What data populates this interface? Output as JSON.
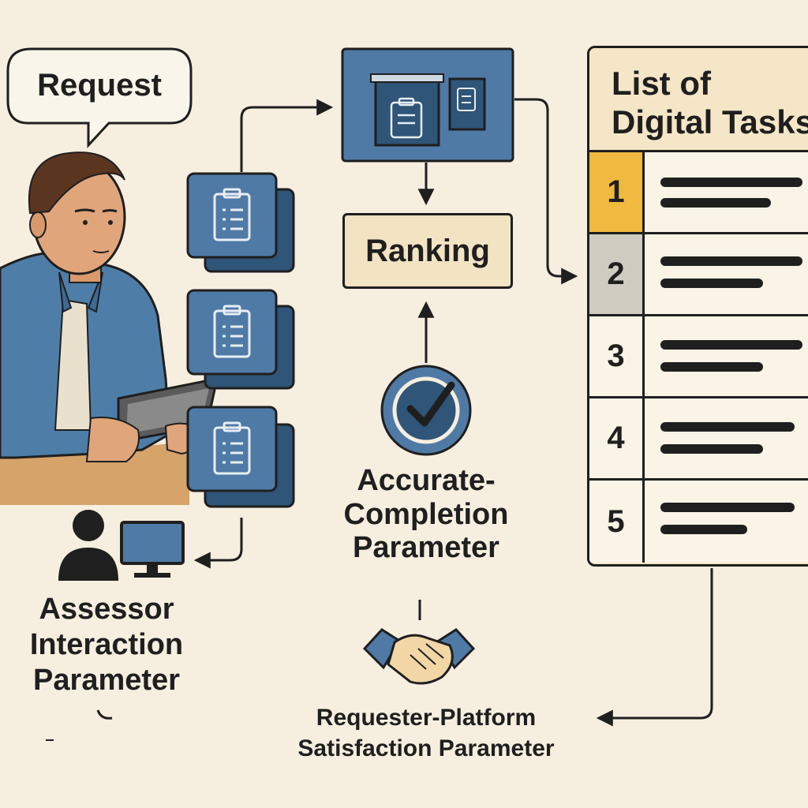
{
  "request_bubble": {
    "label": "Request"
  },
  "ranking_box": {
    "label": "Ranking"
  },
  "accurate_completion": {
    "lines": [
      "Accurate-",
      "Completion",
      "Parameter"
    ]
  },
  "assessor_interaction": {
    "lines": [
      "Assessor",
      "Interaction",
      "Parameter"
    ]
  },
  "requester_platform": {
    "lines": [
      "Requester-Platform",
      "Satisfaction Parameter"
    ]
  },
  "task_list": {
    "title_lines": [
      "List of",
      "Digital Tasks"
    ],
    "items": [
      {
        "number": "1",
        "highlight": "#f0b93f"
      },
      {
        "number": "2",
        "highlight": "#cfcbc0"
      },
      {
        "number": "3",
        "highlight": "#faf4e6"
      },
      {
        "number": "4",
        "highlight": "#faf4e6"
      },
      {
        "number": "5",
        "highlight": "#faf4e6"
      }
    ]
  },
  "colors": {
    "background": "#f6eedf",
    "card_blue": "#4f7aa6",
    "card_dark": "#2f5578",
    "outline": "#1f1f1f",
    "ranking_fill": "#f2e3c3"
  },
  "icons": [
    "clipboard-icon",
    "check-circle-icon",
    "handshake-icon",
    "person-icon",
    "monitor-icon"
  ]
}
